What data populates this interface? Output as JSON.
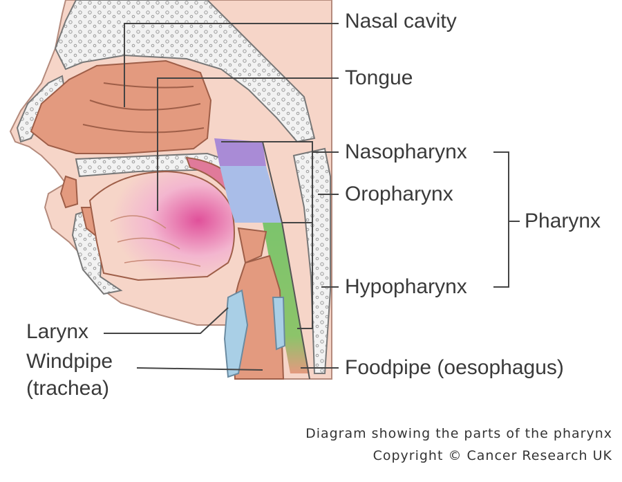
{
  "labels": {
    "nasal_cavity": "Nasal cavity",
    "tongue": "Tongue",
    "nasopharynx": "Nasopharynx",
    "oropharynx": "Oropharynx",
    "hypopharynx": "Hypopharynx",
    "pharynx": "Pharynx",
    "larynx": "Larynx",
    "windpipe_line1": "Windpipe",
    "windpipe_line2": "(trachea)",
    "foodpipe": "Foodpipe (oesophagus)"
  },
  "caption": {
    "line1": "Diagram showing the parts of the pharynx",
    "line2": "Copyright © Cancer Research UK"
  },
  "colors": {
    "skin": "#f6d5c8",
    "tissue": "#e39a7f",
    "bone": "#f2f2f2",
    "nasopharynx": "#a98bd6",
    "oropharynx": "#a9bde8",
    "hypopharynx": "#7cc46c",
    "tongue_highlight": "#e0509a",
    "cartilage": "#a9cfe6",
    "leader_line": "#444444"
  }
}
